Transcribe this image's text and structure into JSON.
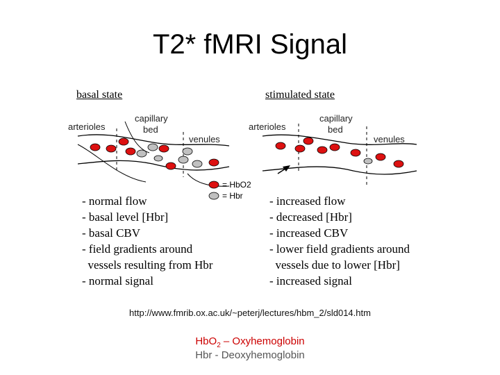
{
  "slide": {
    "title": "T2* fMRI Signal"
  },
  "basal": {
    "header": "basal state",
    "labels": {
      "arterioles": "arterioles",
      "capillary": "capillary",
      "bed": "bed",
      "venules": "venules"
    },
    "bullets": [
      "- normal flow",
      "- basal level [Hbr]",
      "- basal CBV",
      "- field gradients around",
      "  vessels resulting from Hbr",
      "- normal signal"
    ]
  },
  "stimulated": {
    "header": "stimulated state",
    "labels": {
      "arterioles": "arterioles",
      "capillary": "capillary",
      "bed": "bed",
      "venules": "venules"
    },
    "bullets": [
      "- increased flow",
      "- decreased [Hbr]",
      "- increased CBV",
      "- lower field gradients around",
      "  vessels due to lower [Hbr]",
      "- increased signal"
    ]
  },
  "legend": {
    "oxy": "= HbO2",
    "deoxy": "= Hbr",
    "oxy_color": "#dd1111",
    "deoxy_color": "#c0c0c0"
  },
  "source_url": "http://www.fmrib.ox.ac.uk/~peterj/lectures/hbm_2/sld014.htm",
  "definitions": {
    "oxy_prefix": "HbO",
    "oxy_sub": "2",
    "oxy_suffix": " – Oxyhemoglobin",
    "deoxy": "Hbr - Deoxyhemoglobin",
    "oxy_color": "#cc0000",
    "deoxy_color": "#555555"
  }
}
